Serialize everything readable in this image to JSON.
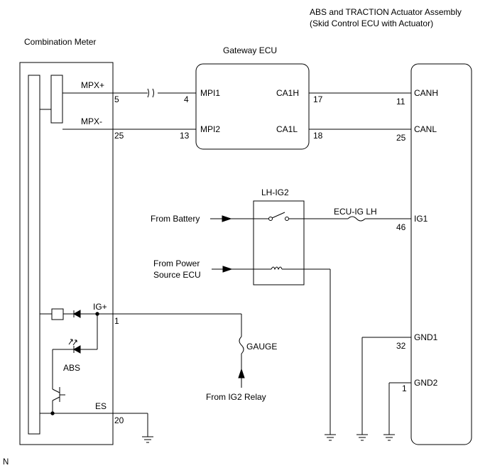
{
  "components": {
    "combination_meter": "Combination Meter",
    "gateway_ecu": "Gateway ECU",
    "abs_title_line1": "ABS and TRACTION Actuator Assembly",
    "abs_title_line2": "(Skid Control ECU with Actuator)",
    "relay": "LH-IG2"
  },
  "signals": {
    "mpx_plus": "MPX+",
    "mpx_minus": "MPX-",
    "ig_plus": "IG+",
    "abs": "ABS",
    "es": "ES",
    "mpi1": "MPI1",
    "mpi2": "MPI2",
    "ca1h": "CA1H",
    "ca1l": "CA1L",
    "canh": "CANH",
    "canl": "CANL",
    "ig1": "IG1",
    "gnd1": "GND1",
    "gnd2": "GND2"
  },
  "pins": {
    "meter_mpx_plus": "5",
    "meter_mpx_minus": "25",
    "meter_ig_plus": "1",
    "meter_es": "20",
    "gw_mpi1": "4",
    "gw_mpi2": "13",
    "gw_ca1h": "17",
    "gw_ca1l": "18",
    "abs_canh": "11",
    "abs_canl": "25",
    "abs_ig1": "46",
    "abs_gnd1": "32",
    "abs_gnd2": "1"
  },
  "sources": {
    "from_battery": "From Battery",
    "from_power_line1": "From Power",
    "from_power_line2": "Source ECU",
    "fuse_ecu_ig": "ECU-IG LH",
    "fuse_gauge": "GAUGE",
    "from_ig2_relay": "From IG2 Relay"
  },
  "footer_mark": "N"
}
